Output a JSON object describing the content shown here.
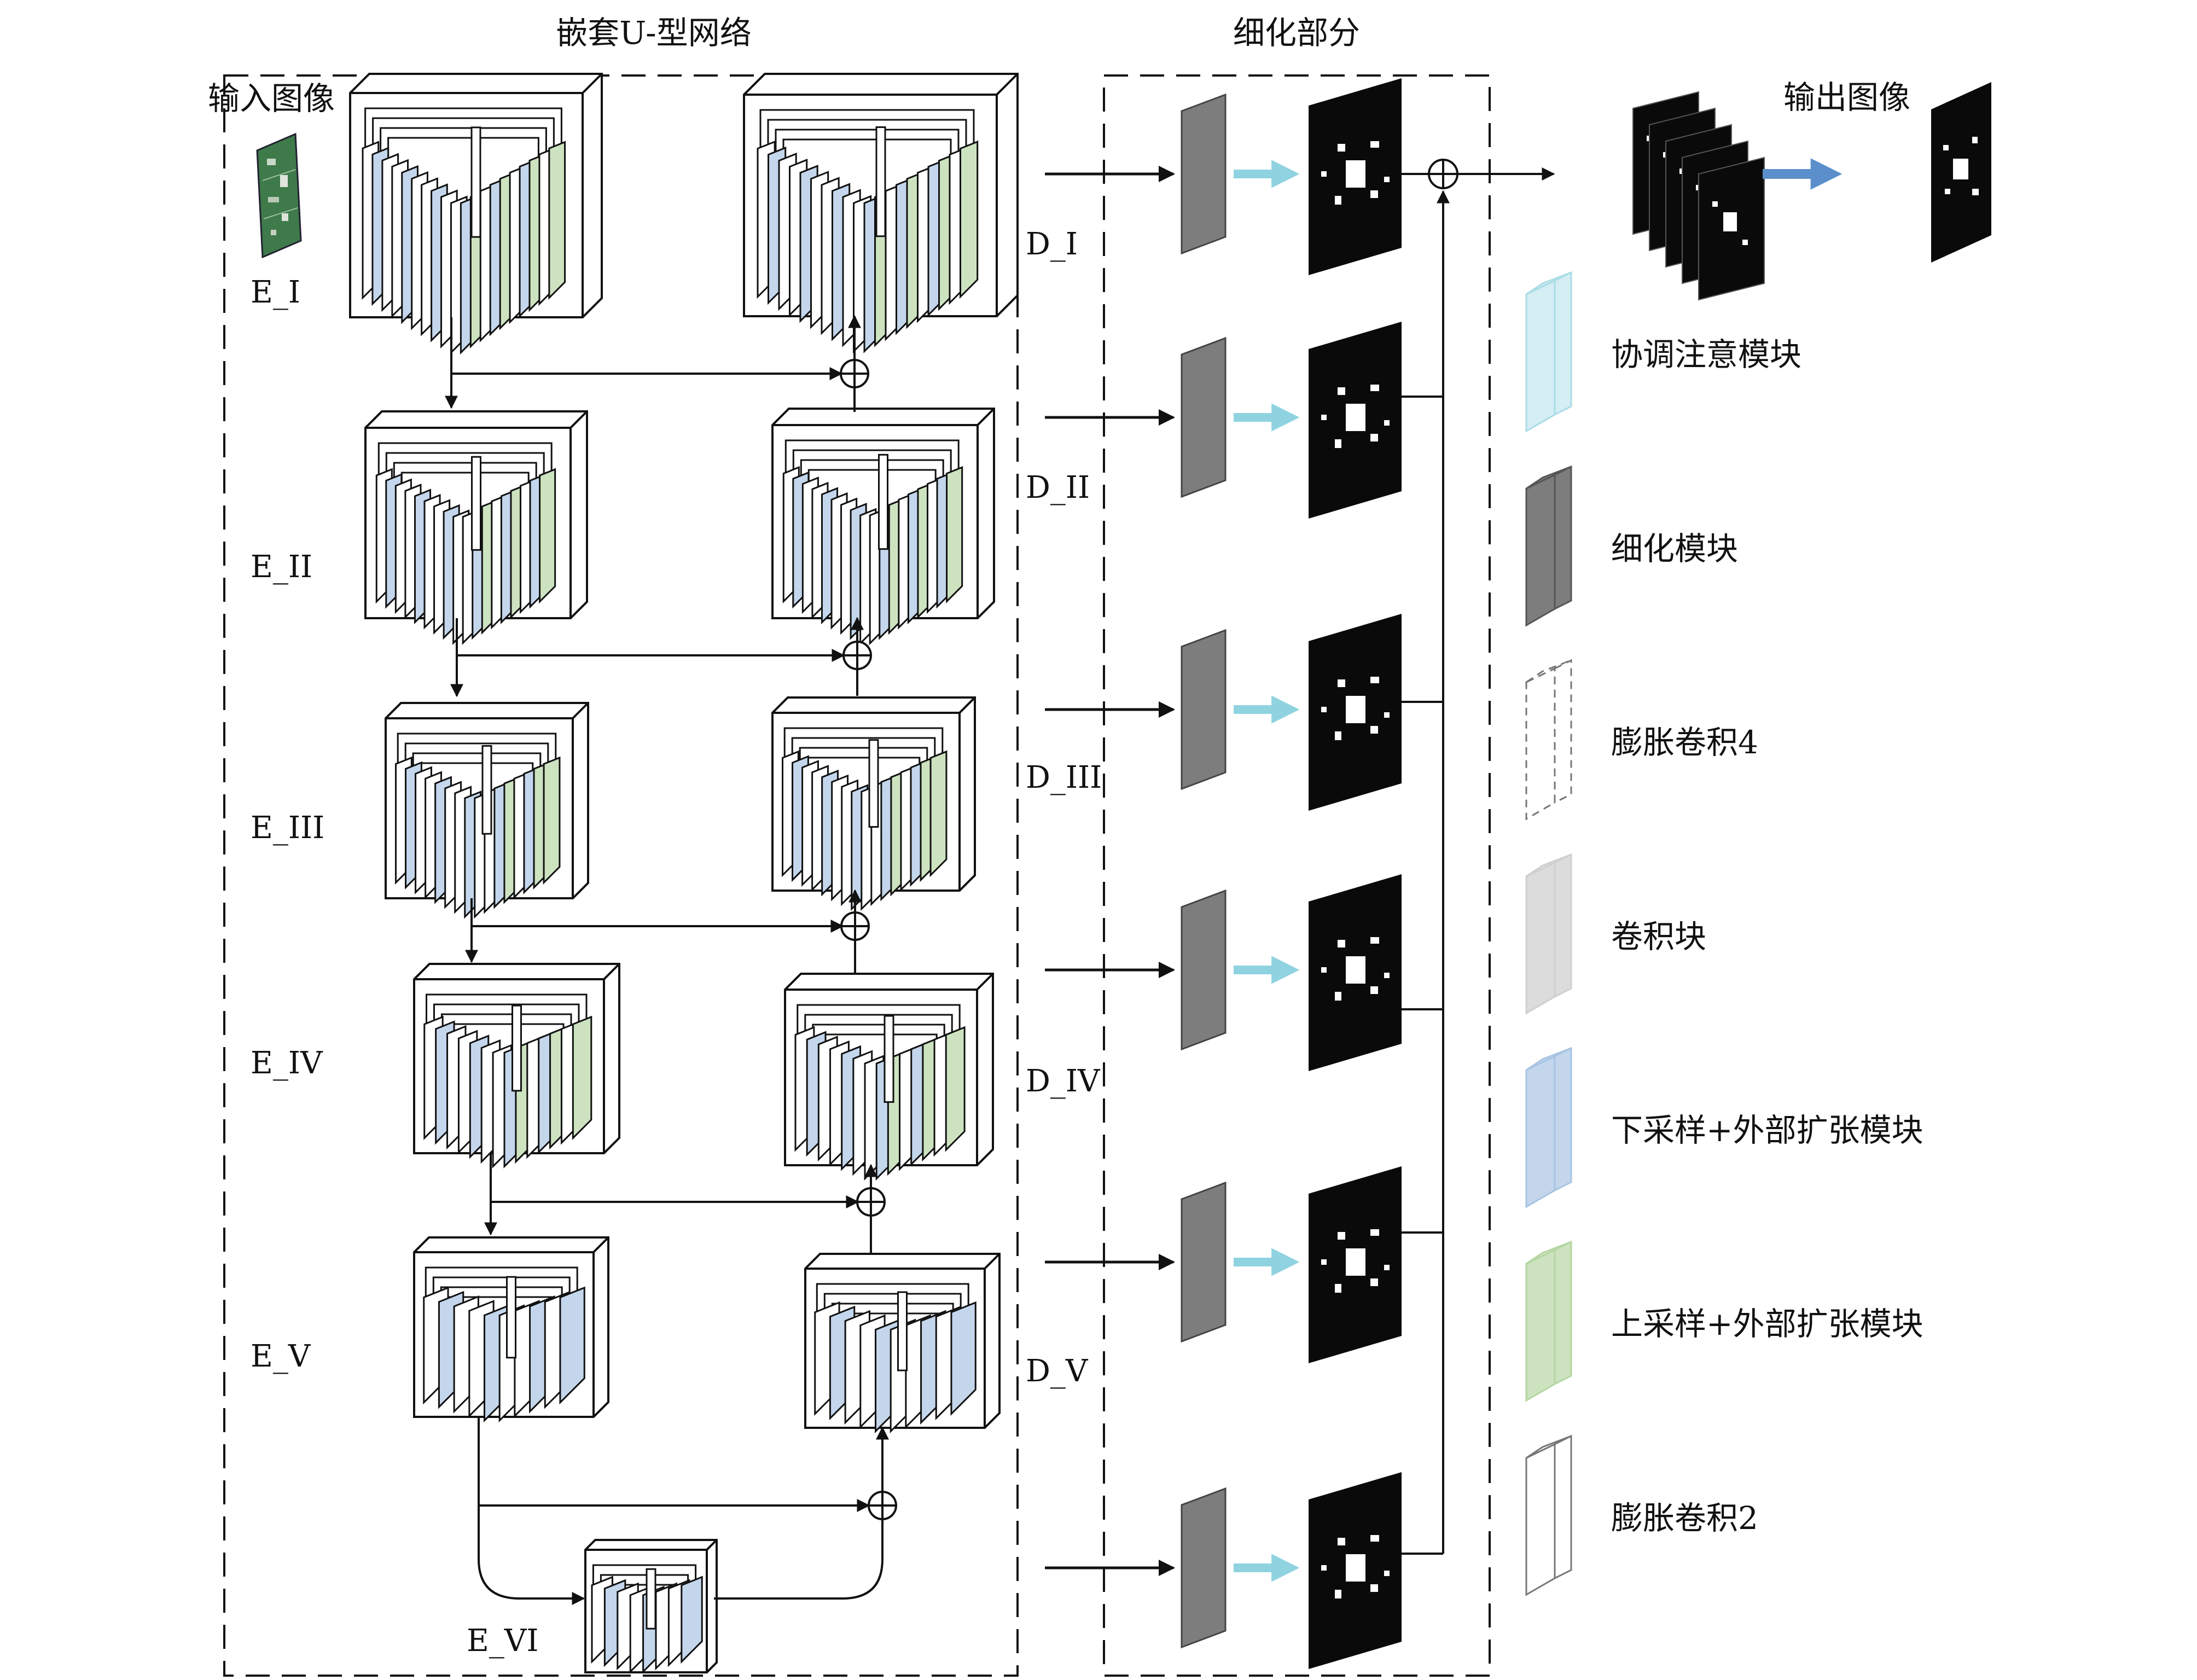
{
  "sections": {
    "unet": "嵌套U-型网络",
    "refine": "细化部分"
  },
  "input_label": "输入图像",
  "output_label": "输出图像",
  "encoders": [
    "E_I",
    "E_II",
    "E_III",
    "E_IV",
    "E_V",
    "E_VI"
  ],
  "decoders": [
    "D_I",
    "D_II",
    "D_III",
    "D_IV",
    "D_V"
  ],
  "legend": [
    {
      "label": "协调注意模块",
      "icon": "coordinate-attention-icon",
      "color": "#d4eef3"
    },
    {
      "label": "细化模块",
      "icon": "refinement-module-icon",
      "color": "#7d7d7d"
    },
    {
      "label": "膨胀卷积4",
      "icon": "dilated-conv-4-icon",
      "color": "#ffffff"
    },
    {
      "label": "卷积块",
      "icon": "conv-block-icon",
      "color": "#dcdcdc"
    },
    {
      "label": "下采样+外部扩张模块",
      "icon": "downsample-expansion-icon",
      "color": "#c3d6ec"
    },
    {
      "label": "上采样+外部扩张模块",
      "icon": "upsample-expansion-icon",
      "color": "#cde3c0"
    },
    {
      "label": "膨胀卷积2",
      "icon": "dilated-conv-2-icon",
      "color": "#ffffff"
    }
  ],
  "colors": {
    "blue": "#c3d6ec",
    "green": "#cde3c0",
    "gray": "#7d7d7d",
    "cyan": "#8fd3e0",
    "arrow_blue": "#5b8fcb"
  }
}
